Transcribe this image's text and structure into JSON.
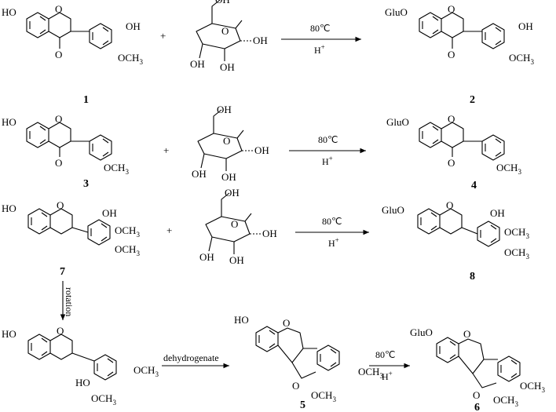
{
  "scheme": {
    "reactions": [
      {
        "reactant_label": "1",
        "product_label": "2",
        "cond_top": "80℃",
        "cond_bottom": "H",
        "cond_bottom_sup": "+"
      },
      {
        "reactant_label": "3",
        "product_label": "4",
        "cond_top": "80℃",
        "cond_bottom": "H",
        "cond_bottom_sup": "+"
      },
      {
        "reactant_label": "7",
        "product_label": "8",
        "cond_top": "80℃",
        "cond_bottom": "H",
        "cond_bottom_sup": "+"
      }
    ],
    "rotation_label": "rotation",
    "dehydrogenate_label": "dehydrogenate",
    "last_step": {
      "intermediate_label": "5",
      "product_label": "6",
      "cond_top": "80℃",
      "cond_bottom": "H",
      "cond_bottom_sup": "+"
    },
    "plus": "+",
    "atoms": {
      "ho": "HO",
      "gluo": "GluO",
      "o": "O",
      "oh": "OH",
      "och3": "OCH",
      "three": "3"
    }
  }
}
